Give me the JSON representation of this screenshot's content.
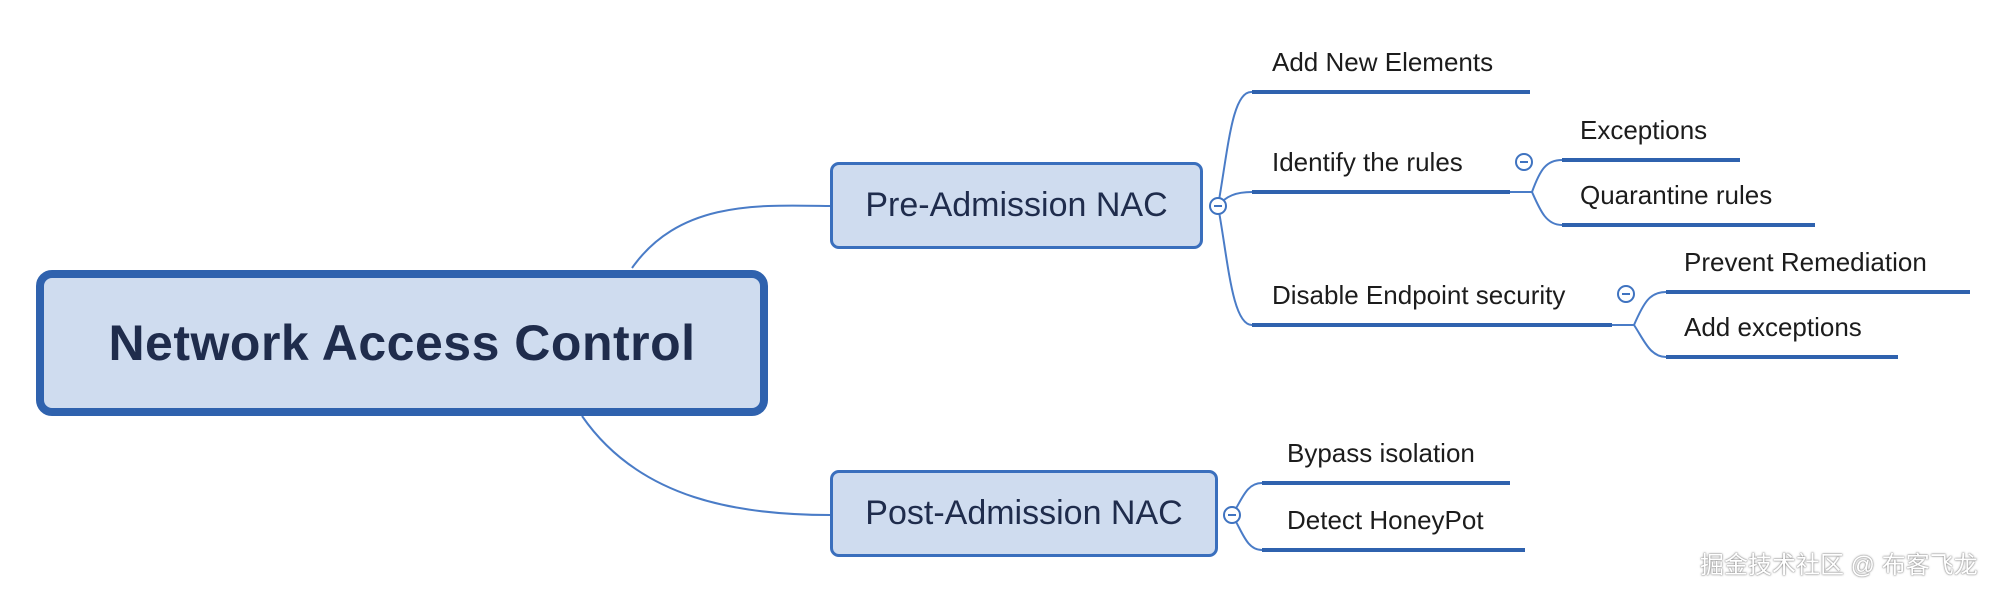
{
  "root": {
    "label": "Network Access Control"
  },
  "branches": [
    {
      "label": "Pre-Admission NAC",
      "children": [
        {
          "label": "Add New Elements"
        },
        {
          "label": "Identify the rules",
          "children": [
            {
              "label": "Exceptions"
            },
            {
              "label": "Quarantine rules"
            }
          ]
        },
        {
          "label": "Disable Endpoint security",
          "children": [
            {
              "label": "Prevent Remediation"
            },
            {
              "label": "Add exceptions"
            }
          ]
        }
      ]
    },
    {
      "label": "Post-Admission NAC",
      "children": [
        {
          "label": "Bypass isolation"
        },
        {
          "label": "Detect HoneyPot"
        }
      ]
    }
  ],
  "watermark": "掘金技术社区 @ 布客飞龙",
  "colors": {
    "connector": "#4a7cc7",
    "node_fill": "#cfdcef",
    "node_border": "#2f62ae"
  }
}
